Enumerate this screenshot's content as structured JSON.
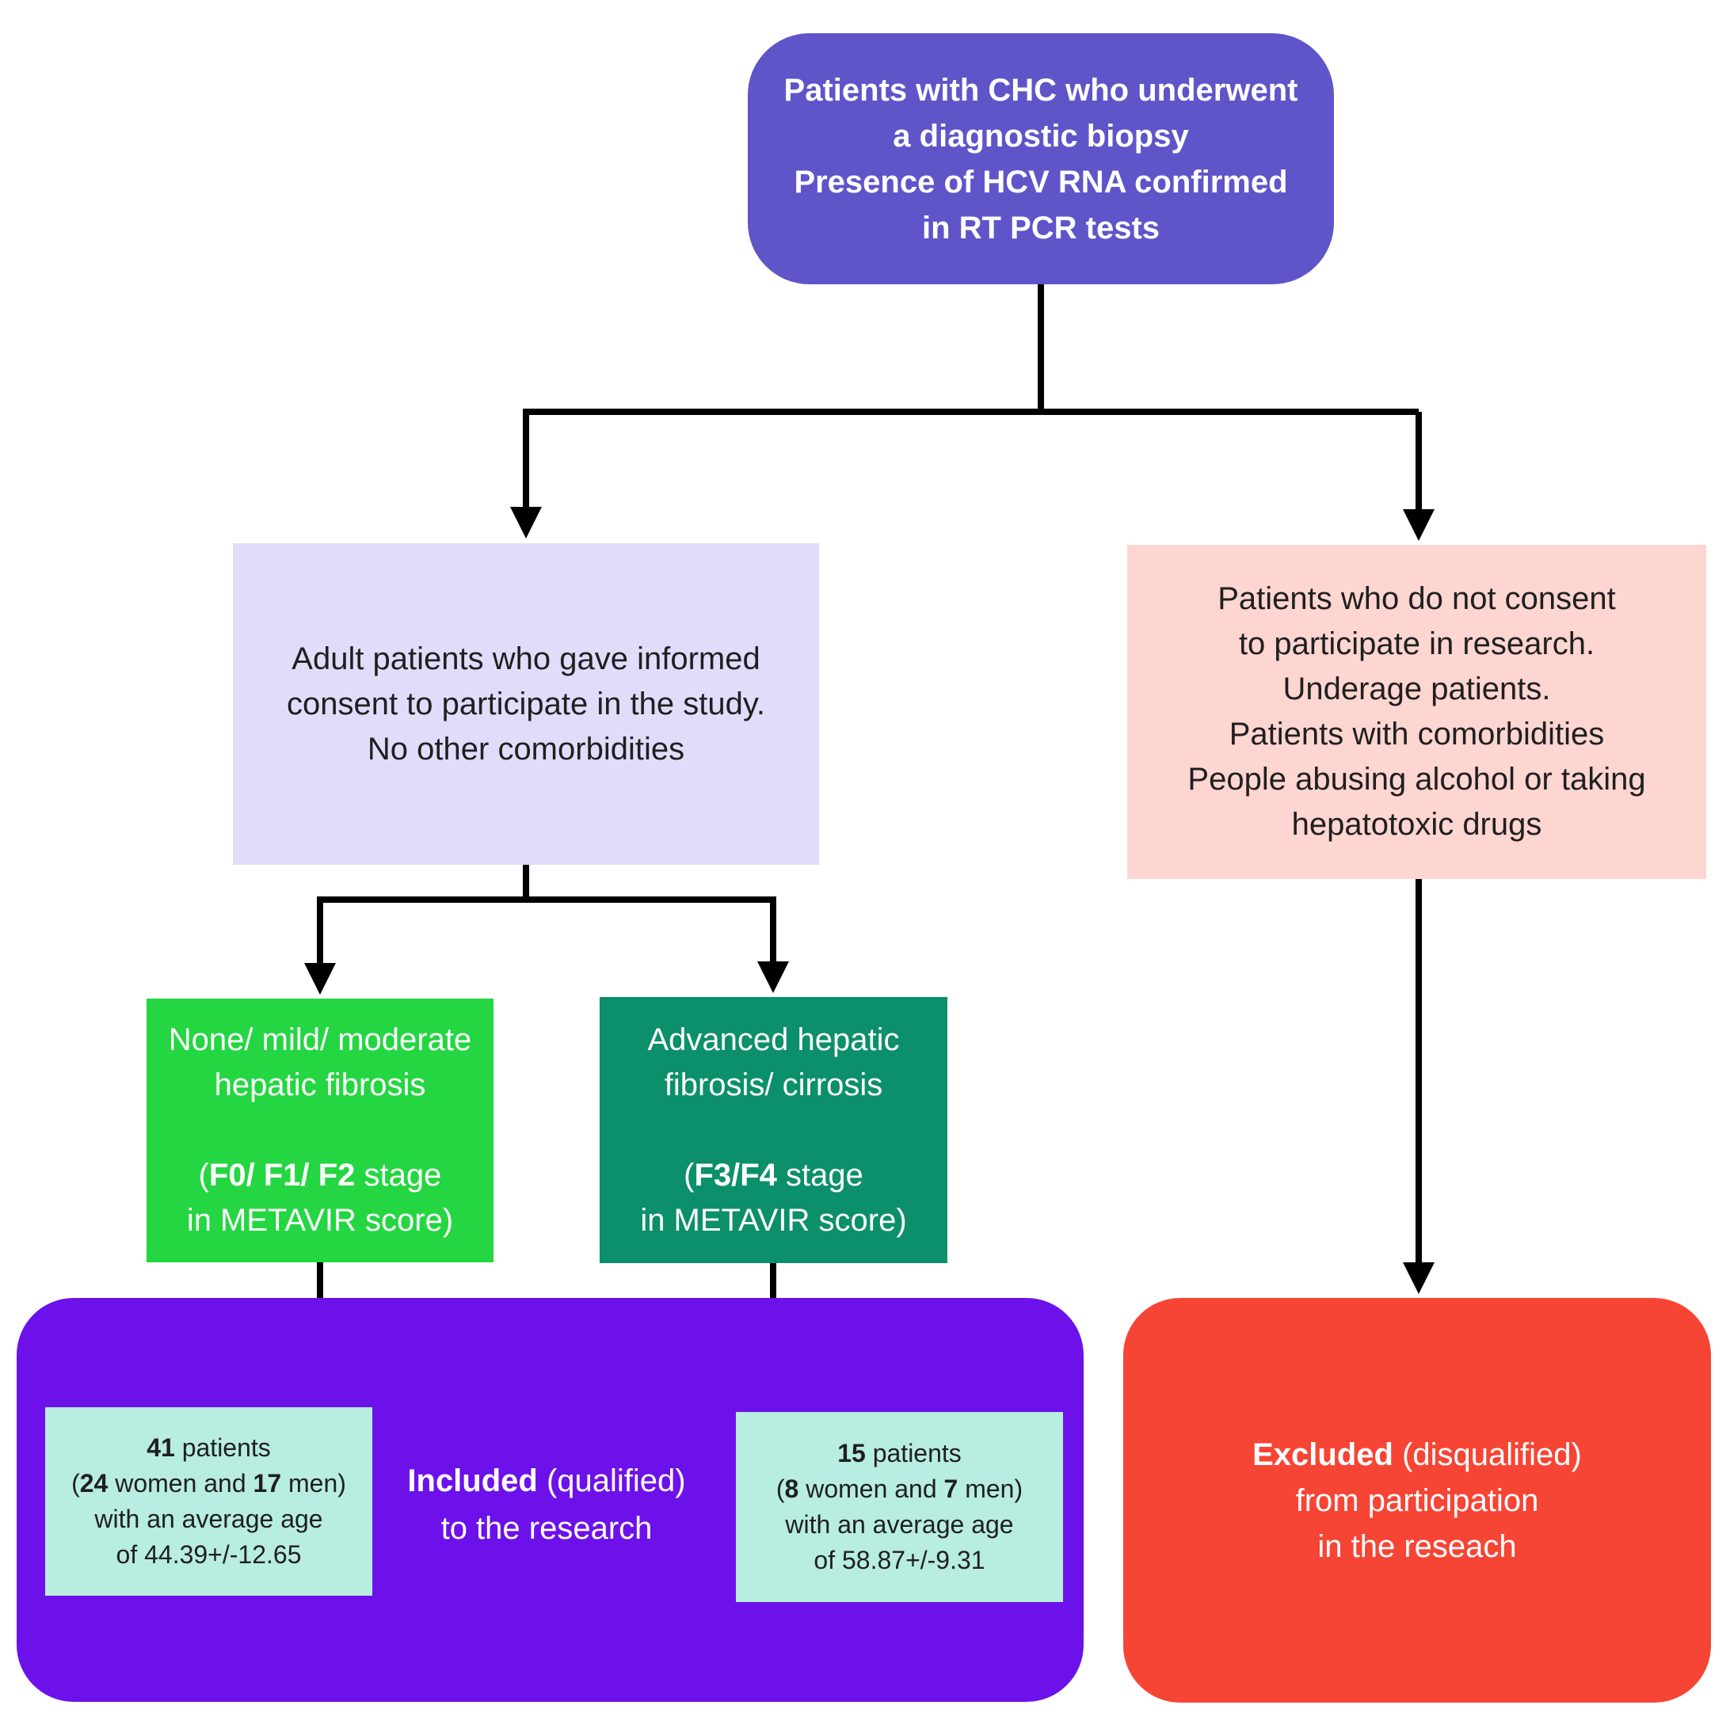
{
  "top": {
    "lines": [
      "Patients with CHC who underwent",
      "a diagnostic biopsy",
      "Presence of HCV RNA confirmed",
      "in RT PCR tests"
    ]
  },
  "consent": {
    "lines": [
      "Adult patients who gave informed",
      "consent to participate in the study.",
      "No other comorbidities"
    ]
  },
  "exclusion": {
    "lines": [
      "Patients who do not consent",
      "to participate in research.",
      "Underage patients.",
      "Patients with comorbidities",
      "People abusing alcohol or taking",
      "hepatotoxic drugs"
    ]
  },
  "mild": {
    "line1": "None/ mild/ moderate",
    "line2": "hepatic fibrosis",
    "paren_open": "(",
    "stages": "F0/ F1/ F2",
    "stage_word": " stage",
    "line4": "in METAVIR score)"
  },
  "advanced": {
    "line1": "Advanced hepatic",
    "line2": "fibrosis/ cirrosis",
    "paren_open": "(",
    "stages": "F3/F4",
    "stage_word": " stage",
    "line4": "in METAVIR score)"
  },
  "included": {
    "bold": "Included",
    "rest": " (qualified)",
    "line2": "to the research"
  },
  "group1": {
    "count": "41",
    "patients_word": " patients",
    "paren_open": "(",
    "women": "24",
    "women_word": " women and ",
    "men": "17",
    "men_word": " men)",
    "line3": "with an average age",
    "line4": "of 44.39+/-12.65"
  },
  "group2": {
    "count": "15",
    "patients_word": " patients",
    "paren_open": "(",
    "women": "8",
    "women_word": " women and ",
    "men": "7",
    "men_word": " men)",
    "line3": "with an average age",
    "line4": "of 58.87+/-9.31"
  },
  "excluded": {
    "bold": "Excluded",
    "rest": " (disqualified)",
    "line2": "from participation",
    "line3": "in the reseach"
  },
  "colors": {
    "top": "#5f55c9",
    "consent": "#e2dcfb",
    "exclusion": "#fdd5d1",
    "mild": "#24d641",
    "advanced": "#0c8f6b",
    "included": "#6d11ea",
    "groups": "#b8ede1",
    "excluded": "#f64535",
    "arrows": "#000000"
  }
}
